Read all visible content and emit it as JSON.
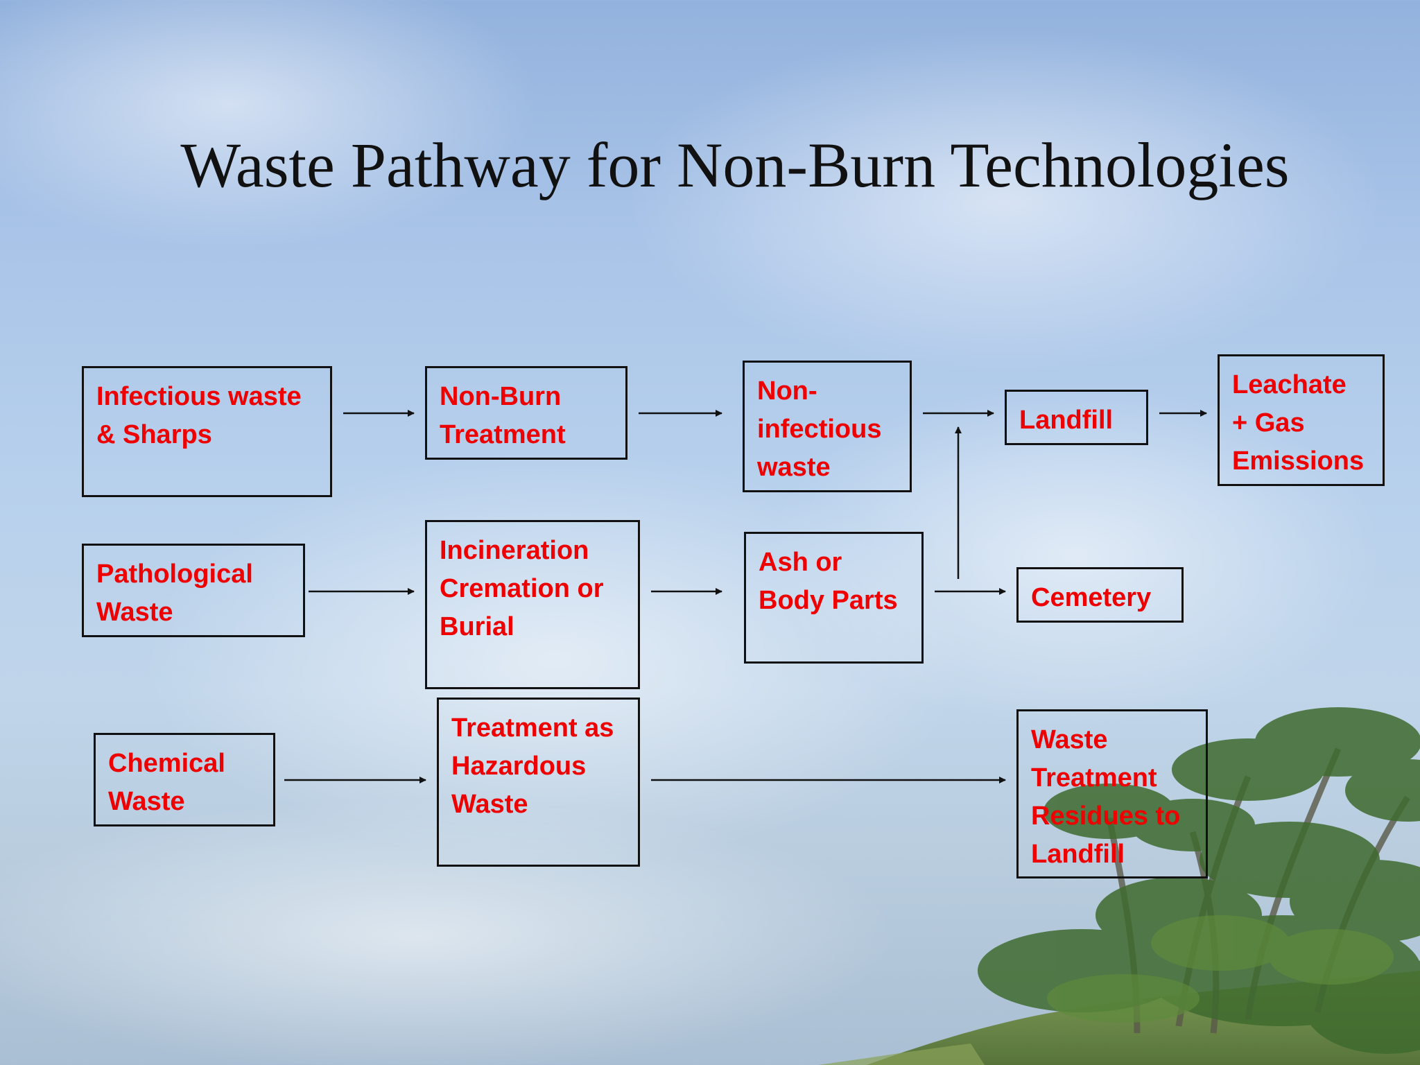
{
  "title": "Waste Pathway for Non-Burn Technologies",
  "colors": {
    "box_text": "#ee0000",
    "box_border": "#111111",
    "title_text": "#111111"
  },
  "nodes": {
    "infectious_waste": [
      "Infectious waste",
      "& Sharps"
    ],
    "non_burn_treatment": [
      "Non-Burn",
      "Treatment"
    ],
    "non_infectious_waste": [
      "Non-",
      "infectious",
      "waste"
    ],
    "landfill": [
      "Landfill"
    ],
    "leachate": [
      "Leachate",
      "+ Gas",
      "Emissions"
    ],
    "pathological_waste": [
      "Pathological",
      "Waste"
    ],
    "incineration": [
      "Incineration",
      "Cremation or",
      "Burial"
    ],
    "ash_body_parts": [
      "Ash or",
      "Body Parts"
    ],
    "cemetery": [
      "Cemetery"
    ],
    "chemical_waste": [
      "Chemical",
      "Waste"
    ],
    "hazardous_treatment": [
      "Treatment as",
      "Hazardous",
      "Waste"
    ],
    "residues_landfill": [
      "Waste",
      "Treatment",
      "Residues to",
      "Landfill"
    ]
  },
  "edges": [
    [
      "infectious_waste",
      "non_burn_treatment"
    ],
    [
      "non_burn_treatment",
      "non_infectious_waste"
    ],
    [
      "non_infectious_waste",
      "landfill"
    ],
    [
      "landfill",
      "leachate"
    ],
    [
      "pathological_waste",
      "incineration"
    ],
    [
      "incineration",
      "ash_body_parts"
    ],
    [
      "ash_body_parts",
      "cemetery"
    ],
    [
      "ash_body_parts",
      "landfill"
    ],
    [
      "chemical_waste",
      "hazardous_treatment"
    ],
    [
      "hazardous_treatment",
      "residues_landfill"
    ]
  ]
}
